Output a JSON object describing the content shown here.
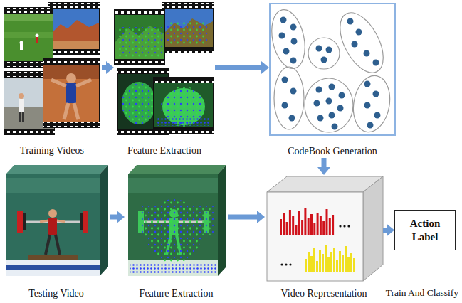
{
  "diagram": {
    "nodes": [
      {
        "text": [
          "Training Videos"
        ]
      },
      {
        "text": [
          "Feature Extraction"
        ]
      },
      {
        "text": [
          "CodeBook Generation"
        ]
      },
      {
        "text": [
          "Testing Video"
        ]
      },
      {
        "text": [
          "Feature Extraction"
        ]
      },
      {
        "text": [
          "Video Representation"
        ]
      },
      {
        "text": [
          "Action Label",
          "Train And Classify"
        ]
      }
    ],
    "edges": [
      {
        "from": 0,
        "to": 1,
        "arrow": "to"
      },
      {
        "from": 1,
        "to": 2,
        "arrow": "to"
      },
      {
        "from": 2,
        "to": 5,
        "arrow": "to"
      },
      {
        "from": 3,
        "to": 4,
        "arrow": "to"
      },
      {
        "from": 4,
        "to": 5,
        "arrow": "to"
      },
      {
        "from": 5,
        "to": 6,
        "arrow": "to"
      }
    ]
  }
}
